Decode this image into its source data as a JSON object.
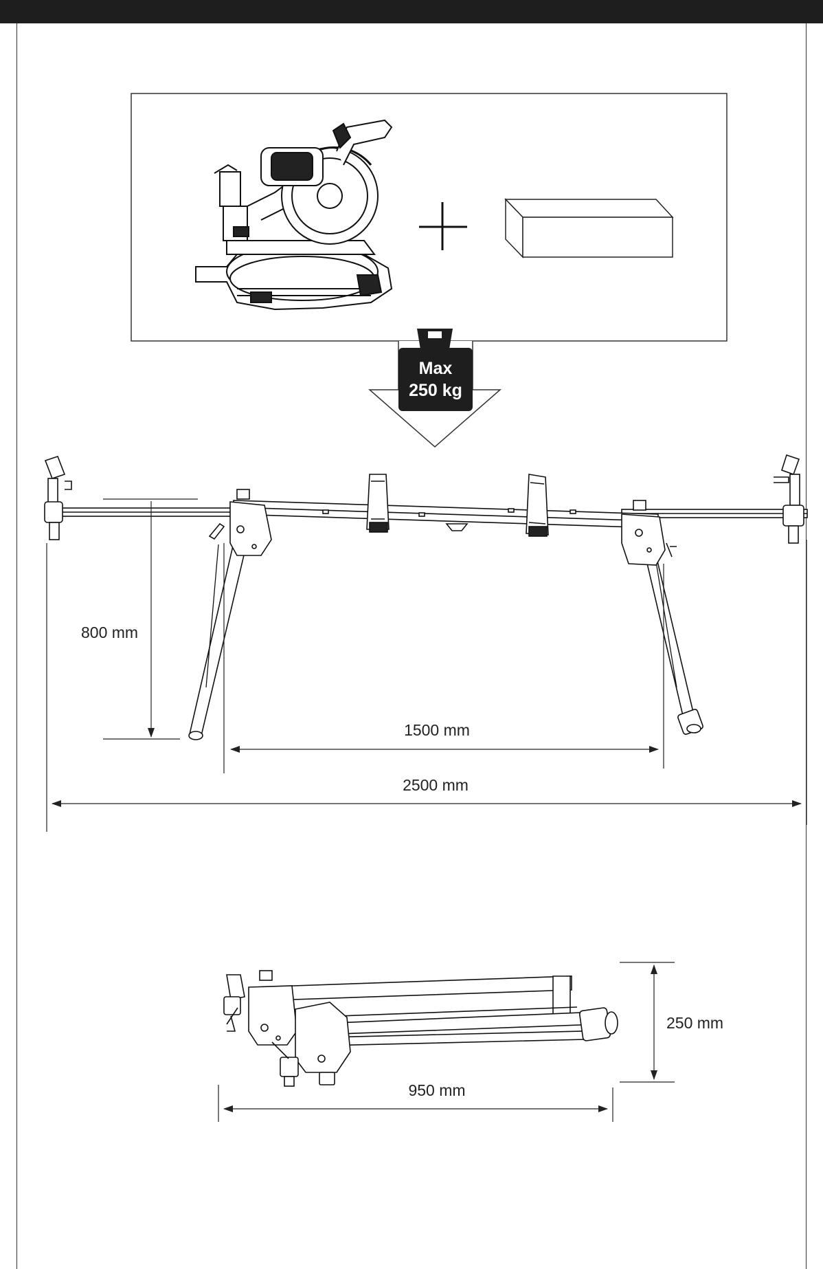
{
  "load": {
    "label_line1": "Max",
    "label_line2": "250 kg"
  },
  "dimensions": {
    "height": "800 mm",
    "leg_span": "1500 mm",
    "total_length": "2500 mm",
    "folded_height": "250 mm",
    "folded_length": "950 mm"
  },
  "icons": {
    "saw": "miter-saw-icon",
    "plus": "plus-icon",
    "box": "workpiece-box-icon",
    "weight": "weight-icon"
  }
}
